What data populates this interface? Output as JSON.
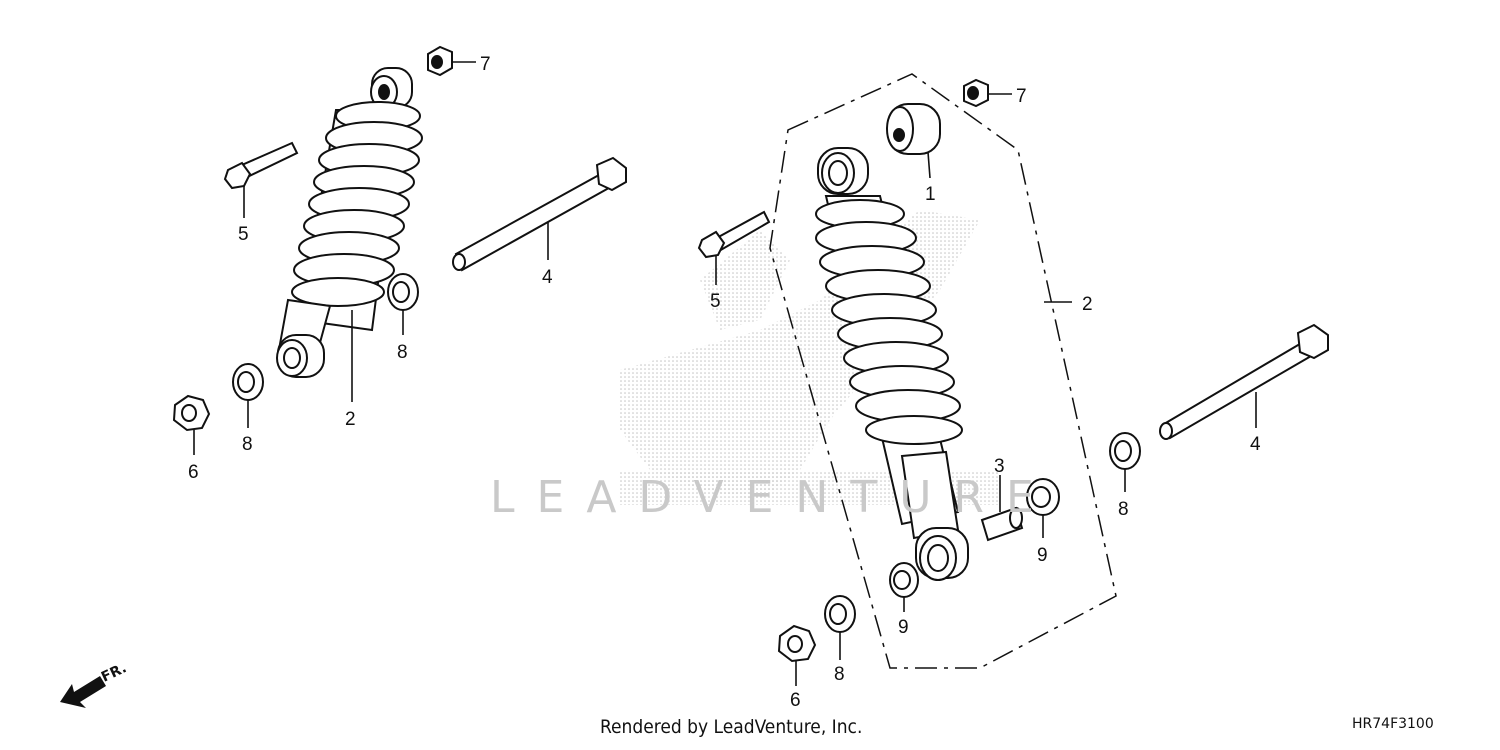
{
  "callouts": {
    "left": {
      "p2": "2",
      "p4": "4",
      "p5": "5",
      "p6": "6",
      "p7": "7",
      "p8a": "8",
      "p8b": "8"
    },
    "right": {
      "p1": "1",
      "p2": "2",
      "p3": "3",
      "p4": "4",
      "p5": "5",
      "p6": "6",
      "p7": "7",
      "p8a": "8",
      "p8b": "8",
      "p9a": "9",
      "p9b": "9"
    }
  },
  "direction_label": "FR.",
  "footer_text": "Rendered by LeadVenture, Inc.",
  "diagram_code": "HR74F3100",
  "watermark_text": "LEADVENTURE",
  "colors": {
    "line": "#111111",
    "watermark": "#c9c9c9"
  }
}
